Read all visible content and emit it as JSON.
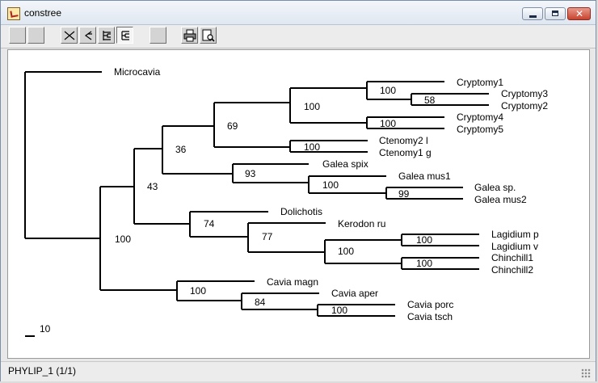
{
  "window": {
    "title": "constree"
  },
  "toolbar": {
    "buttons": [
      {
        "name": "blank-button-1",
        "icon": "blank"
      },
      {
        "name": "blank-button-2",
        "icon": "blank"
      },
      {
        "name": "unrooted-tree-button",
        "icon": "unrooted-tree-icon"
      },
      {
        "name": "radial-tree-button",
        "icon": "radial-tree-icon"
      },
      {
        "name": "slanted-tree-button",
        "icon": "slanted-tree-icon"
      },
      {
        "name": "rectangular-tree-button",
        "icon": "rectangular-tree-icon",
        "pressed": true
      },
      {
        "name": "blank-button-3",
        "icon": "blank"
      },
      {
        "name": "print-button",
        "icon": "printer-icon"
      },
      {
        "name": "print-preview-button",
        "icon": "print-preview-icon"
      }
    ]
  },
  "tree": {
    "taxa": [
      "Microcavia",
      "Cryptomy1",
      "Cryptomy3",
      "Cryptomy2",
      "Cryptomy4",
      "Cryptomy5",
      "Ctenomy2 l",
      "Ctenomy1 g",
      "Galea spix",
      "Galea mus1",
      "Galea sp.",
      "Galea mus2",
      "Dolichotis",
      "Kerodon ru",
      "Lagidium p",
      "Lagidium v",
      "Chinchill1",
      "Chinchill2",
      "Cavia magn",
      "Cavia aper",
      "Cavia porc",
      "Cavia tsch"
    ],
    "support_values": [
      "100",
      "58",
      "100",
      "100",
      "69",
      "100",
      "36",
      "93",
      "100",
      "99",
      "43",
      "74",
      "77",
      "100",
      "100",
      "100",
      "100",
      "100",
      "84",
      "100"
    ],
    "scale_bar_label": "10"
  },
  "status": {
    "text": "PHYLIP_1  (1/1)"
  }
}
